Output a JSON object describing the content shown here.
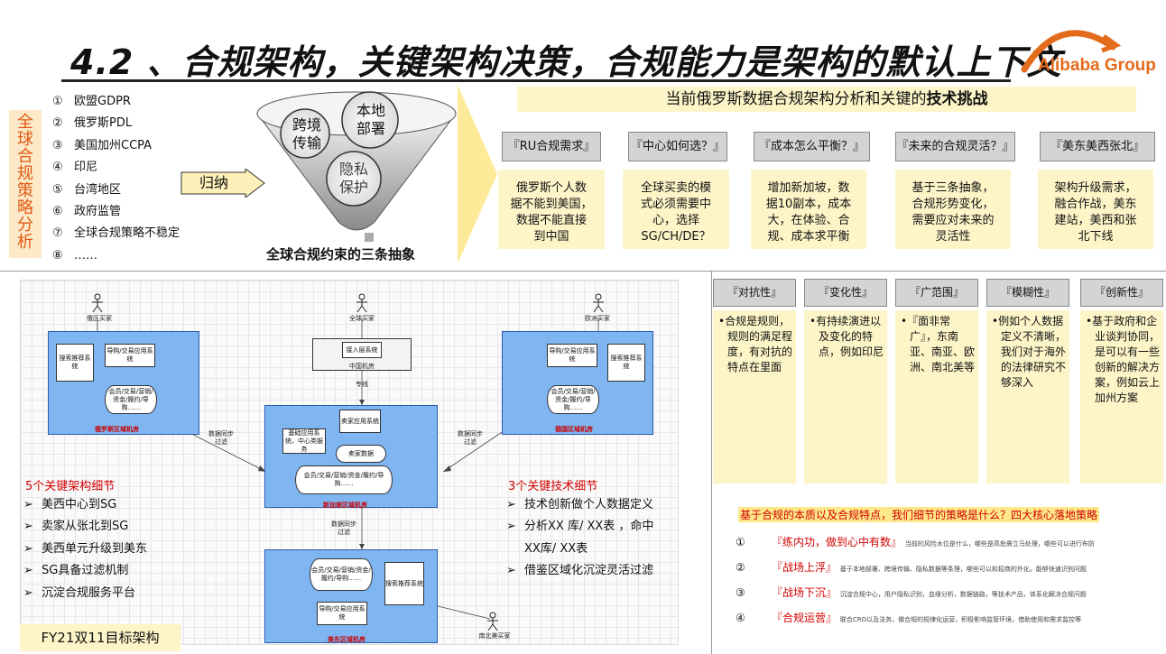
{
  "title": "4.2 、合规架构，关键架构决策，合规能力是架构的默认上下文",
  "logo": {
    "text": "Alibaba Group",
    "color": "#e36b1c"
  },
  "left_top": {
    "vertical_label": [
      "全",
      "球",
      "合",
      "规",
      "策",
      "略",
      "分",
      "析"
    ],
    "policies": [
      {
        "n": "①",
        "t": "欧盟GDPR"
      },
      {
        "n": "②",
        "t": "俄罗斯PDL"
      },
      {
        "n": "③",
        "t": "美国加州CCPA"
      },
      {
        "n": "④",
        "t": "印尼"
      },
      {
        "n": "⑤",
        "t": "台湾地区"
      },
      {
        "n": "⑥",
        "t": "政府监管"
      },
      {
        "n": "⑦",
        "t": "全球合规策略不稳定"
      },
      {
        "n": "⑧",
        "t": "……"
      }
    ],
    "induce_label": "归纳",
    "funnel_circles": [
      [
        "跨境",
        "传输"
      ],
      [
        "本地",
        "部署"
      ],
      [
        "隐私",
        "保护"
      ]
    ],
    "abstraction_title": "全球合规约束的三条抽象"
  },
  "challenges": {
    "header_prefix": "当前俄罗斯数据合规架构分析和关键的",
    "header_bold": "技术挑战",
    "items": [
      {
        "q": "『RU合规需求』",
        "a": [
          "俄罗斯个人数",
          "据不能到美国，",
          "数据不能直接",
          "到中国"
        ]
      },
      {
        "q": "『中心如何选？』",
        "a": [
          "全球买卖的模",
          "式必须需要中",
          "心，选择",
          "SG/CH/DE？"
        ]
      },
      {
        "q": "『成本怎么平衡？』",
        "a": [
          "增加新加坡，数",
          "据10副本，成本",
          "大，在体验、合",
          "规、成本求平衡"
        ]
      },
      {
        "q": "『未来的合规灵活？』",
        "a": [
          "基于三条抽象，",
          "合规形势变化，",
          "需要应对未来的",
          "灵活性"
        ]
      },
      {
        "q": "『美东美西张北』",
        "a": [
          "架构升级需求，",
          "融合作战，美东",
          "建站，美西和张",
          "北下线"
        ]
      }
    ]
  },
  "diagram": {
    "actors": {
      "ru": "俄区买家",
      "global": "全球买家",
      "eu": "欧洲买家",
      "na": "南北美买家"
    },
    "ru": {
      "search": "搜索推荐系统",
      "trade": "导购/交易应用系统",
      "member": "会员/交易/营销/资金/履约/导购……",
      "region": "俄罗斯区域机房"
    },
    "de": {
      "search": "搜索推荐系统",
      "trade": "导购/交易应用系统",
      "member": "会员/交易/营销/资金/履约/导购……",
      "region": "德国区域机房"
    },
    "cn": {
      "access": "接入层系统",
      "room": "中国机房",
      "line": "专线"
    },
    "sg": {
      "seller": "卖家应用系统",
      "base": "基础应用系统，中心类服务",
      "seller_data": "卖家数据",
      "member": "会员/交易/营销/资金/履约/导购……",
      "region": "新加坡区域机房"
    },
    "us": {
      "member": "会员/交易/营销/资金/履约/导购……",
      "search": "搜索推荐系统",
      "trade": "导购/交易应用系统",
      "region": "美东区域机房"
    },
    "sync_left": [
      "数据同步",
      "过滤"
    ],
    "sync_right": [
      "数据同步",
      "过滤"
    ],
    "sync_bottom": [
      "数据同步",
      "过滤"
    ]
  },
  "arch_details": {
    "title": "5个关键架构细节",
    "items": [
      "美西中心到SG",
      "卖家从张北到SG",
      "美西单元升级到美东",
      "SG具备过滤机制",
      "沉淀合规服务平台"
    ]
  },
  "tech_details": {
    "title": "3个关键技术细节",
    "items": [
      "技术创新做个人数据定义",
      "分析XX 库/ XX表 ，命中",
      "XX库/ XX表",
      "借鉴区域化沉淀灵活过滤"
    ]
  },
  "bullet_glyph": "➢",
  "fy_label": "FY21双11目标架构",
  "features": [
    {
      "h": "『对抗性』",
      "t": [
        "合规是规则，规则的满足程度，有对抗的特点在里面"
      ]
    },
    {
      "h": "『变化性』",
      "t": [
        "有持续演进以及变化的特点，例如印尼"
      ]
    },
    {
      "h": "『广范围』",
      "t": [
        "『面非常广』，东南亚、南亚、欧洲、南北美等"
      ]
    },
    {
      "h": "『模糊性』",
      "t": [
        "例如个人数据定义不清晰，我们对于海外的法律研究不够深入"
      ]
    },
    {
      "h": "『创新性』",
      "t": [
        "基于政府和企业谈判协同，是可以有一些创新的解决方案，例如云上加州方案"
      ]
    }
  ],
  "strategy": {
    "header": "基于合规的本质以及合规特点，我们细节的策略是什么？四大核心落地策略",
    "rows": [
      {
        "n": "①",
        "k": "『练内功，做到心中有数』",
        "d": "当前的风险水位是什么，哪些是高危需立马处理，哪些可以进行布防"
      },
      {
        "n": "②",
        "k": "『战场上浮』",
        "d": "基于本地部署、跨境传输、隐私数据等条理，哪些可以和招商的外化，能够快速识别问题"
      },
      {
        "n": "③",
        "k": "『战场下沉』",
        "d": "沉淀合规中心，用户隐私识别，血缘分析，数据链路，等技术产品，体系化解决合规问题"
      },
      {
        "n": "④",
        "k": "『合规运营』",
        "d": "联合CRO以及法务，做合规的规律化运营，积极影响监管环境，借助使用和需求监控等"
      }
    ]
  }
}
